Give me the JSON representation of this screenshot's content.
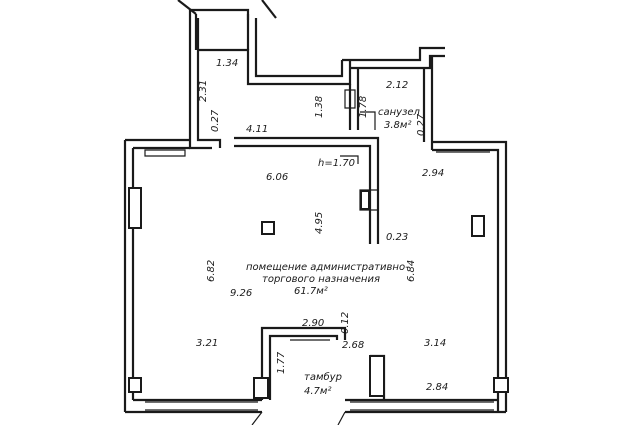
{
  "rooms": {
    "bathroom": {
      "name": "санузел",
      "area": "3.8м²"
    },
    "main": {
      "name_line1": "помещение административно-",
      "name_line2": "торгового назначения",
      "area": "61.7м²"
    },
    "vestibule": {
      "name": "тамбур",
      "area": "4.7м²"
    }
  },
  "dimensions": {
    "d134": "1.34",
    "d231": "2.31",
    "d027a": "0.27",
    "d411": "4.11",
    "d138": "1.38",
    "d178": "1.78",
    "d212": "2.12",
    "d027b": "0.27",
    "h170": "h=1.70",
    "d606": "6.06",
    "d294": "2.94",
    "d495": "4.95",
    "d023": "0.23",
    "d682": "6.82",
    "d684": "6.84",
    "d926": "9.26",
    "d290": "2.90",
    "d012": "0.12",
    "d321": "3.21",
    "d268": "2.68",
    "d314": "3.14",
    "d177": "1.77",
    "d284": "2.84"
  }
}
